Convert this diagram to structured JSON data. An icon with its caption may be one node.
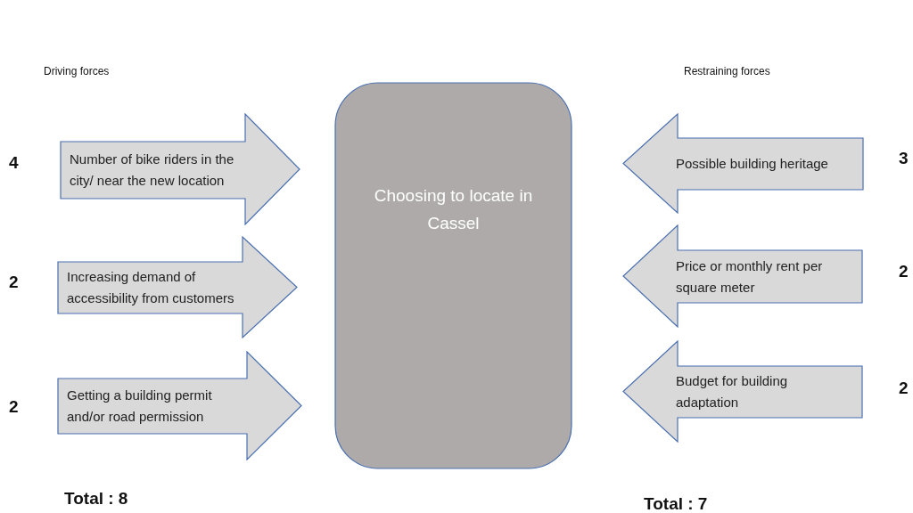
{
  "diagram": {
    "nodes": [
      {
        "text": [
          "Number of bike riders in the city/ near the new location"
        ],
        "beside": [
          "4"
        ]
      },
      {
        "text": [
          "Increasing demand of accessibility from customers"
        ],
        "beside": [
          "2"
        ]
      },
      {
        "text": [
          "Getting a building permit and/or road permission"
        ],
        "beside": [
          "2"
        ]
      },
      {
        "text": [
          "Choosing to locate in Cassel"
        ]
      },
      {
        "text": [
          "Possible building heritage"
        ],
        "beside": [
          "3"
        ]
      },
      {
        "text": [
          "Price or monthly rent per square meter"
        ],
        "beside": [
          "2"
        ]
      },
      {
        "text": [
          "Budget for building adaptation"
        ],
        "beside": [
          "2"
        ]
      }
    ],
    "labels": [
      "Driving forces",
      "Restraining forces",
      "Total : 8",
      "Total : 7"
    ]
  }
}
